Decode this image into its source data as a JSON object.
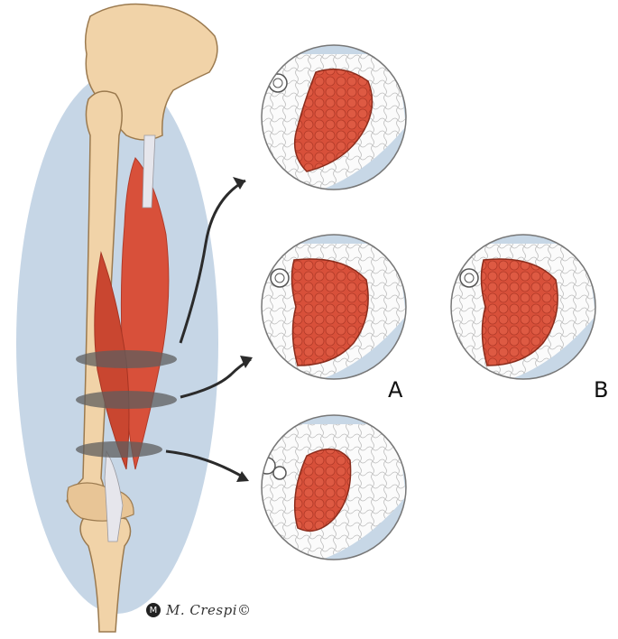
{
  "labels": {
    "a": "A",
    "b": "B"
  },
  "signature": {
    "logo_letter": "M",
    "text": "M. Crespi©"
  },
  "colors": {
    "background_oval": "#c6d6e6",
    "bone": "#f1d3a8",
    "bone_outline": "#9b7a4f",
    "muscle": "#d8503a",
    "muscle_dark": "#b23a28",
    "tendon": "#e6e6ec",
    "section_disc": "#6b6b6b",
    "circle_bg": "#c7d7e6",
    "arrow": "#2b2b2b"
  },
  "icons": {
    "arrows": "curved-arrow-icon",
    "logo": "m-monogram-icon"
  }
}
